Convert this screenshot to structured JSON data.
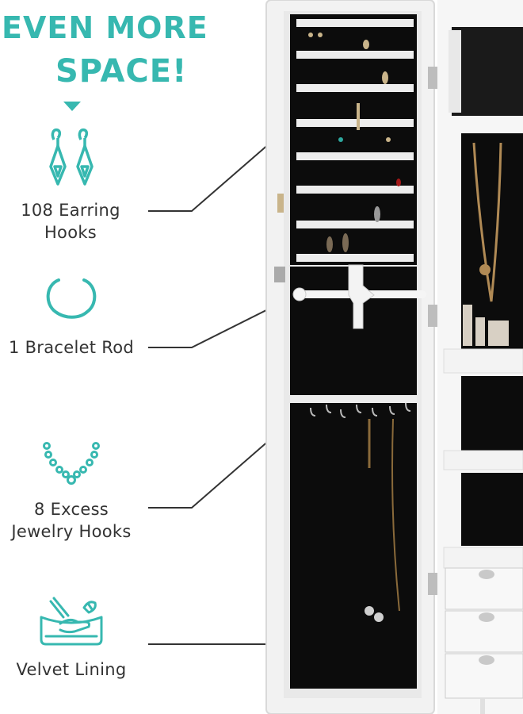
{
  "headline": {
    "line1": "EVEN MORE",
    "line2": "SPACE!"
  },
  "features": [
    {
      "label_line1": "108 Earring",
      "label_line2": "Hooks",
      "icon": "earring-icon"
    },
    {
      "label_line1": "1 Bracelet Rod",
      "label_line2": "",
      "icon": "bracelet-icon"
    },
    {
      "label_line1": "8 Excess",
      "label_line2": "Jewelry Hooks",
      "icon": "necklace-icon"
    },
    {
      "label_line1": "Velvet Lining",
      "label_line2": "",
      "icon": "velvet-lining-icon"
    }
  ],
  "colors": {
    "accent": "#37b8b0",
    "text": "#333333",
    "cabinet": "#f4f4f4",
    "velvet": "#0d0d0d"
  }
}
